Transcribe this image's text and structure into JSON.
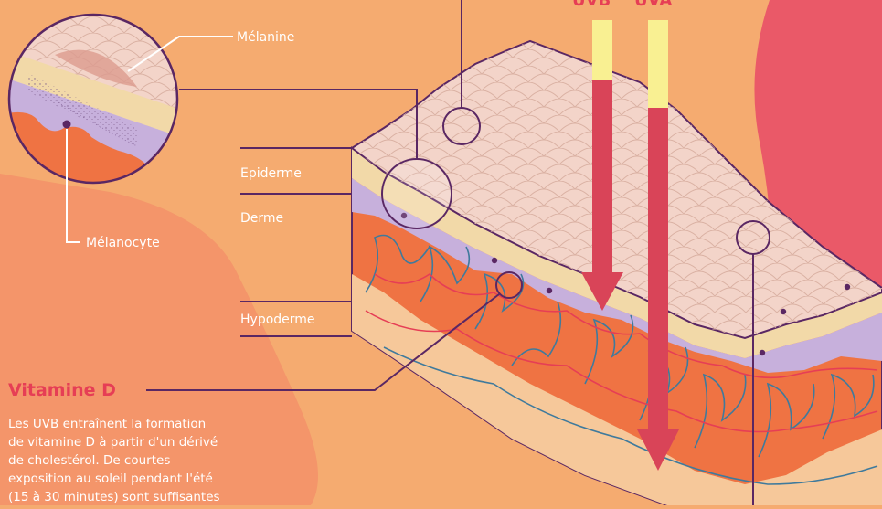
{
  "labels": {
    "melanine": "Mélanine",
    "melanocyte": "Mélanocyte",
    "epiderme": "Epiderme",
    "derme": "Derme",
    "hypoderme": "Hypoderme",
    "uvb": "UVB",
    "uva": "UVA"
  },
  "vitamin_d": {
    "title": "Vitamine D",
    "lines": [
      "Les UVB entraînent la formation",
      "de vitamine D à partir d'un dérivé",
      "de cholestérol. De courtes",
      "exposition au soleil pendant l'été",
      "(15 à 30 minutes) sont suffisantes"
    ]
  },
  "colors": {
    "background": "#f5ab70",
    "accent_red": "#e63e55",
    "outline_purple": "#5a2763",
    "epidermis_pink": "#f3d4c9",
    "dermis_lilac": "#c7b0dc",
    "tissue_orange": "#ef7343",
    "vessel_blue": "#3f7a9c",
    "uv_yellow": "#f9f092"
  }
}
